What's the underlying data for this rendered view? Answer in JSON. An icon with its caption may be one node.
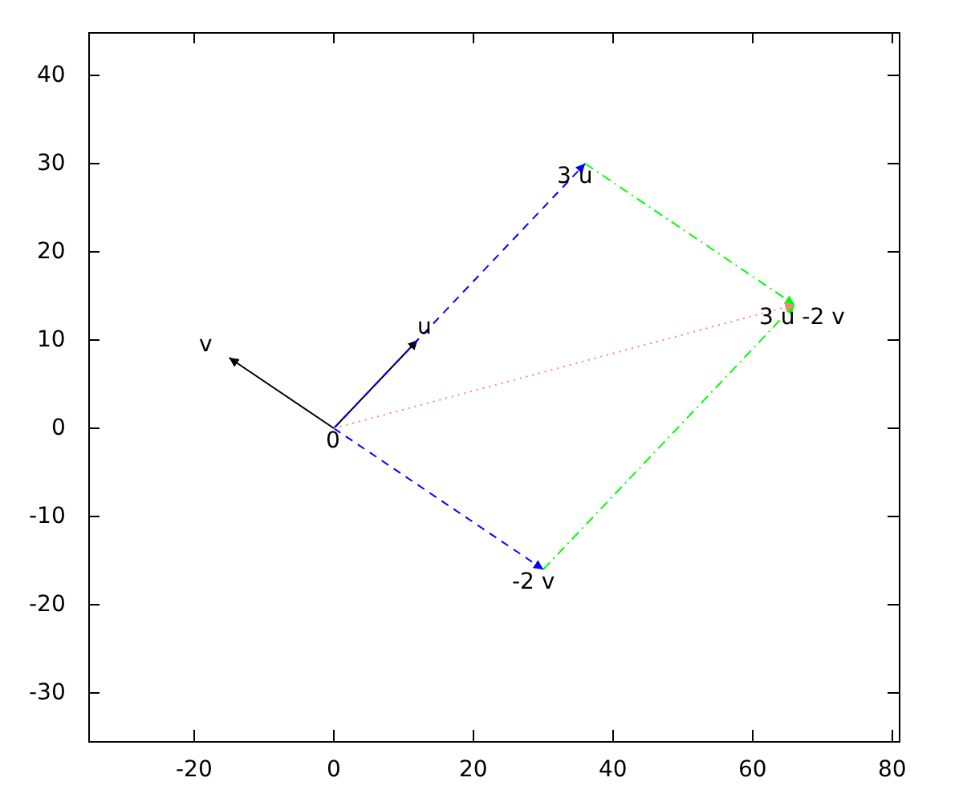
{
  "diagram": {
    "nodes": [
      {
        "text": [
          "0"
        ]
      },
      {
        "text": [
          "u"
        ]
      },
      {
        "text": [
          "v"
        ]
      },
      {
        "text": [
          "3 u"
        ]
      },
      {
        "text": [
          "3 u -2 v"
        ]
      },
      {
        "text": [
          "-2 v"
        ]
      }
    ],
    "edges": [
      {
        "from": 0,
        "to": 1,
        "arrow": "to"
      },
      {
        "from": 0,
        "to": 2,
        "arrow": "to"
      },
      {
        "from": 0,
        "to": 3,
        "arrow": "to",
        "style": "dashed",
        "color": "#0000ff"
      },
      {
        "from": 0,
        "to": 5,
        "arrow": "to",
        "style": "dashed",
        "color": "#0000ff"
      },
      {
        "from": 3,
        "to": 4,
        "arrow": "to",
        "style": "dashed",
        "color": "#00ff00"
      },
      {
        "from": 5,
        "to": 4,
        "arrow": "to",
        "style": "dashed",
        "color": "#00ff00"
      },
      {
        "from": 0,
        "to": 4,
        "arrow": "to",
        "style": "dashed",
        "color": "#ff8080"
      }
    ],
    "labels": [
      "40",
      "30",
      "20",
      "10",
      "0",
      "-10",
      "-20",
      "-30",
      "-20",
      "0",
      "20",
      "40",
      "60",
      "80"
    ]
  }
}
